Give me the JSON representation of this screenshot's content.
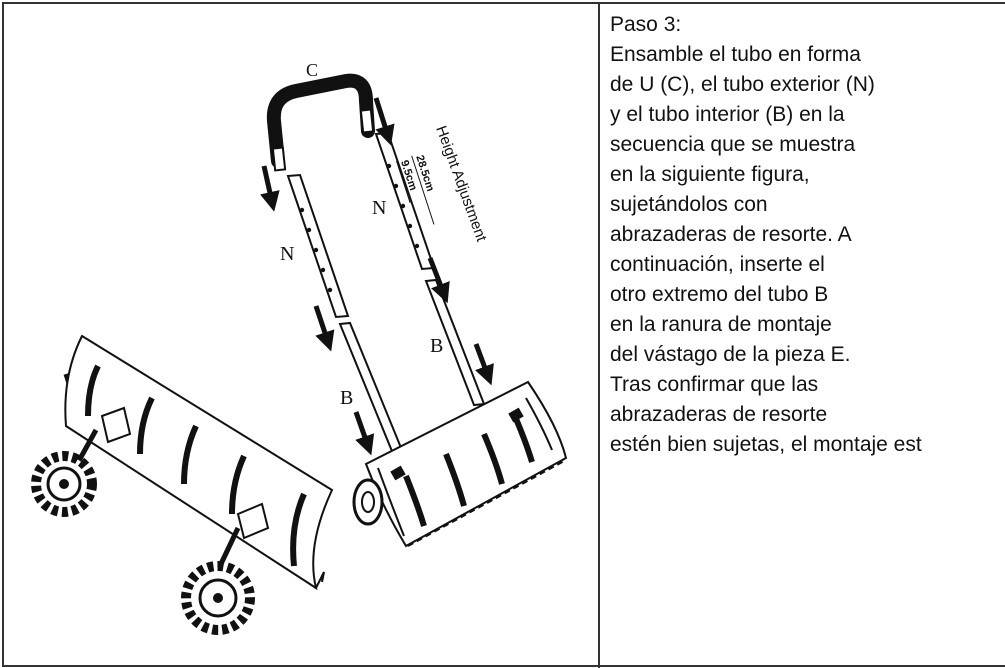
{
  "instructions": {
    "lines": [
      "Paso 3:",
      "Ensamble el tubo en forma",
      "de U (C), el tubo exterior (N)",
      "y el tubo interior (B) en la",
      "secuencia que se muestra",
      "en la siguiente figura,",
      "sujetándolos con",
      "abrazaderas de resorte. A",
      "continuación, inserte el",
      "otro extremo del tubo B",
      "en la ranura de montaje",
      "del vástago de la pieza E.",
      "Tras confirmar que las",
      "abrazaderas de resorte",
      "estén bien sujetas, el montaje est"
    ]
  },
  "figure": {
    "label_c": "C",
    "label_n_left": "N",
    "label_n_right": "N",
    "label_b_left": "B",
    "label_b_right": "B",
    "measure_short": "9.5cm",
    "measure_long": "28.5cm",
    "height_adjustment": "Height Adjustment"
  }
}
